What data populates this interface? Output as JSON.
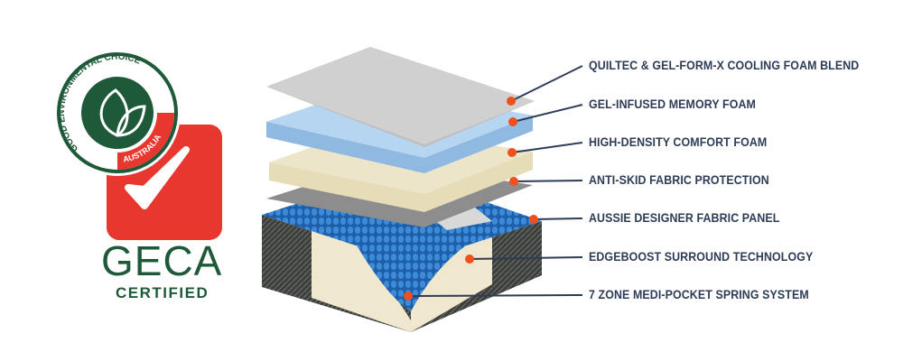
{
  "logo": {
    "ring_text": "GOOD ENVIRONMENTAL CHOICE",
    "region": "AUSTRALIA",
    "brand": "GECA",
    "subtitle": "CERTIFIED"
  },
  "colors": {
    "label": "#2d3c57",
    "marker": "#f0501e",
    "green": "#1e5a3a",
    "red": "#e8372f"
  },
  "layers": [
    {
      "label": "QUILTEC & GEL-FORM-X COOLING FOAM BLEND"
    },
    {
      "label": "GEL-INFUSED MEMORY FOAM"
    },
    {
      "label": "HIGH-DENSITY COMFORT FOAM"
    },
    {
      "label": "ANTI-SKID FABRIC PROTECTION"
    },
    {
      "label": "AUSSIE DESIGNER FABRIC PANEL"
    },
    {
      "label": "EDGEBOOST SURROUND TECHNOLOGY"
    },
    {
      "label": "7 ZONE MEDI-POCKET SPRING SYSTEM"
    }
  ]
}
